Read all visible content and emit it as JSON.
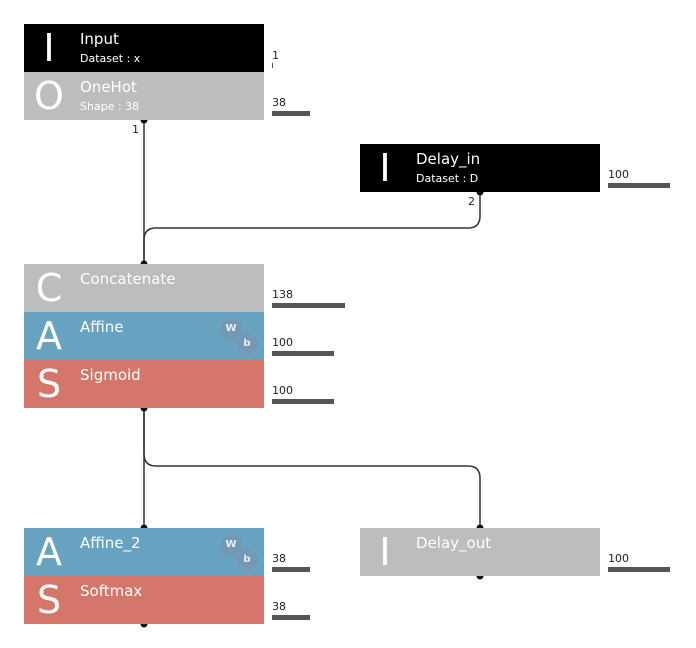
{
  "nodes": {
    "input": {
      "letter": "I",
      "title": "Input",
      "param": "Dataset : x",
      "size_label": "1",
      "size_value": 1
    },
    "onehot": {
      "letter": "O",
      "title": "OneHot",
      "param": "Shape : 38",
      "size_label": "38",
      "size_value": 38,
      "out_port": "1"
    },
    "delay_in": {
      "letter": "I",
      "title": "Delay_in",
      "param": "Dataset : D",
      "size_label": "100",
      "size_value": 100,
      "out_port": "2"
    },
    "concatenate": {
      "letter": "C",
      "title": "Concatenate",
      "param": "",
      "size_label": "138",
      "size_value": 138
    },
    "affine": {
      "letter": "A",
      "title": "Affine",
      "param": "",
      "size_label": "100",
      "size_value": 100,
      "badge_w": "W",
      "badge_b": "b"
    },
    "sigmoid": {
      "letter": "S",
      "title": "Sigmoid",
      "param": "",
      "size_label": "100",
      "size_value": 100
    },
    "affine_2": {
      "letter": "A",
      "title": "Affine_2",
      "param": "",
      "size_label": "38",
      "size_value": 38,
      "badge_w": "W",
      "badge_b": "b"
    },
    "softmax": {
      "letter": "S",
      "title": "Softmax",
      "param": "",
      "size_label": "38",
      "size_value": 38
    },
    "delay_out": {
      "letter": "I",
      "title": "Delay_out",
      "param": "",
      "size_label": "100",
      "size_value": 100
    }
  },
  "colors": {
    "io_dark": "#000000",
    "neutral_gray": "#bdbdbd",
    "parametric_blue": "#67a3c1",
    "activation_red": "#d4776a",
    "connector": "#333333",
    "size_bar": "#555555"
  }
}
